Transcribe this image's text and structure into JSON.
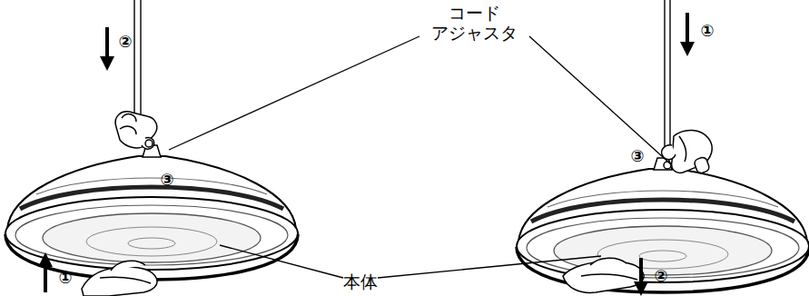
{
  "diagram": {
    "labels": [
      "コード アジャスタ",
      "本体",
      "②",
      "③",
      "①",
      "①",
      "③",
      "②"
    ]
  }
}
